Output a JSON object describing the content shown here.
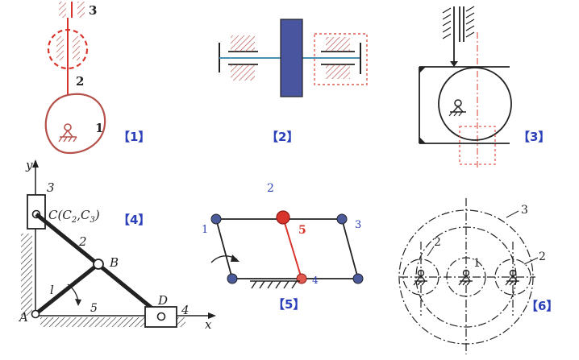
{
  "colors": {
    "red": "#d9342b",
    "brown": "#b5504a",
    "blue_tag": "#2a3fb8",
    "navy_bar": "#4a55a0",
    "steel": "#4a8fb5",
    "ink": "#222222",
    "dash_red": "#e05a50",
    "joint_fill": "#4a5a9a"
  },
  "fig1": {
    "label_3": "3",
    "label_2": "2",
    "label_1": "1",
    "tag": "【1】"
  },
  "fig2": {
    "tag": "【2】"
  },
  "fig3": {
    "tag": "【3】"
  },
  "fig4": {
    "y_axis": "y",
    "x_axis": "x",
    "label_3": "3",
    "label_C": "C(C",
    "sub_2": "2",
    "comma": ",C",
    "sub_3": "3",
    "close": ")",
    "label_2": "2",
    "label_B": "B",
    "label_l": "l",
    "label_5": "5",
    "label_A": "A",
    "label_D": "D",
    "label_4": "4",
    "tag": "【4】"
  },
  "fig5": {
    "label_2": "2",
    "label_1": "1",
    "label_3": "3",
    "label_5": "5",
    "label_4": "4",
    "tag": "【5】"
  },
  "fig6": {
    "label_3": "3",
    "label_2a": "2",
    "label_1": "1",
    "label_2b": "2",
    "tag": "【6】"
  }
}
